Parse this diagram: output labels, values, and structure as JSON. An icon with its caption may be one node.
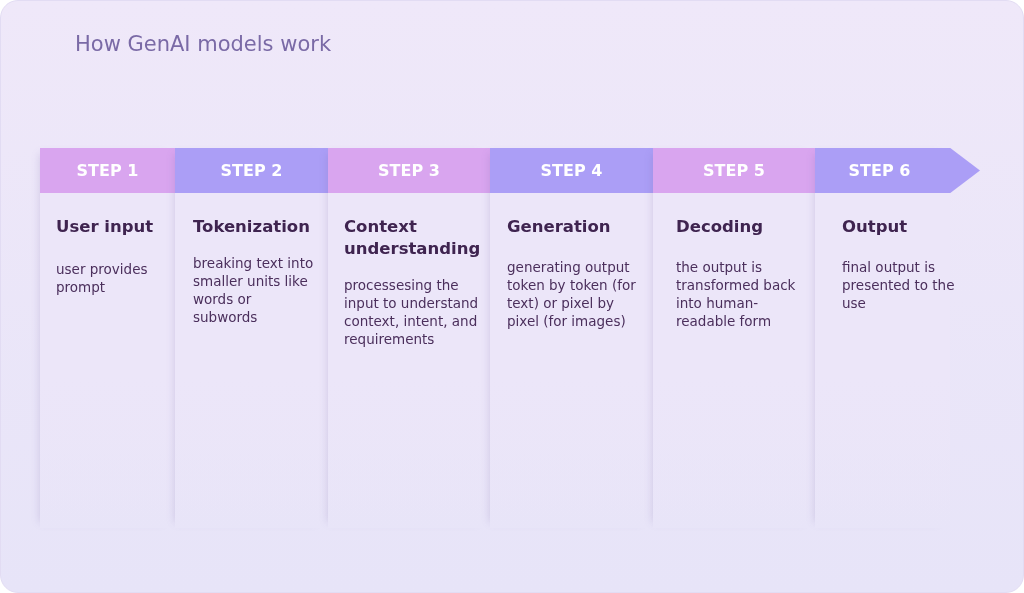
{
  "diagram": {
    "title": "How GenAI models work",
    "nodes": [
      {
        "text": [
          "STEP 1",
          "User input",
          "user provides prompt"
        ]
      },
      {
        "text": [
          "STEP 2",
          "Tokenization",
          "breaking text into smaller units like words or subwords"
        ]
      },
      {
        "text": [
          "STEP 3",
          "Context understanding",
          "processesing the input to understand context, intent, and requirements"
        ]
      },
      {
        "text": [
          "STEP 4",
          "Generation",
          "generating output token by token (for text) or pixel by pixel (for images)"
        ]
      },
      {
        "text": [
          "STEP 5",
          "Decoding",
          "the output is transformed back into human-readable form"
        ]
      },
      {
        "text": [
          "STEP 6",
          "Output",
          "final output is presented to the use"
        ]
      }
    ]
  }
}
